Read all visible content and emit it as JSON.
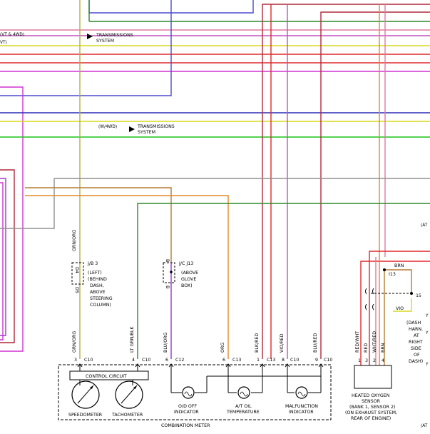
{
  "colors": {
    "black": "#000000",
    "red": "#e0282c",
    "darkred": "#b0283a",
    "blue": "#2a2ab8",
    "lightblue": "#4b4bd0",
    "green": "#18c418",
    "darkgreen": "#2a8a2a",
    "yellow": "#d8d820",
    "olive": "#b0b040",
    "magenta": "#d030d0",
    "pink": "#e07aa0",
    "violet": "#9a38c8",
    "orange": "#e08828",
    "brown": "#b87a30",
    "gray": "#909090",
    "lavender": "#c050c0"
  },
  "texts": {
    "trans1_note": "(VT & 4WD)",
    "trans1_note2": "VT)",
    "trans1_a": "TRANSMISSIONS",
    "trans1_b": "SYSTEM",
    "trans2_note": "(W/4WD)",
    "trans2_a": "TRANSMISSIONS",
    "trans2_b": "SYSTEM",
    "jb_title": "J/B 3",
    "jb_line1": "(LEFT)",
    "jb_line2": "(BEHIND",
    "jb_line3": "DASH,",
    "jb_line4": "ABOVE",
    "jb_line5": "STEERING",
    "jb_line6": "COLUMN)",
    "jb_pin_top": "D4",
    "jb_pin_bot": "D5",
    "jc_title": "J/C J13",
    "jc_line1": "(ABOVE",
    "jc_line2": "GLOVE",
    "jc_line3": "BOX)",
    "jc_pin_top": "B",
    "jc_pin_bot": "B",
    "wire_grn_org_top": "GRN/ORG",
    "wire_grn_org": "GRN/ORG",
    "wire_lt_grn_blk": "LT GRN/BLK",
    "wire_blu_org": "BLU/ORG",
    "wire_org": "ORG",
    "wire_blk_red1": "BLK/RED",
    "wire_vio_red": "VIO/RED",
    "wire_blu_red": "BLU/RED",
    "pin_3": "3",
    "pin_4": "4",
    "pin_6a": "6",
    "pin_6b": "6",
    "pin_1": "1",
    "pin_8": "8",
    "pin_9": "9",
    "conn_c10a": "C10",
    "conn_c10b": "C10",
    "conn_c12": "C12",
    "conn_c13a": "C13",
    "conn_c13b": "C13",
    "conn_c10c": "C10",
    "conn_c10d": "C10",
    "control_circuit": "CONTROL CIRCUIT",
    "speedometer": "SPEEDOMETER",
    "tachometer": "TACHOMETER",
    "od_off_a": "O/D OFF",
    "od_off_b": "INDICATOR",
    "at_oil_a": "A/T OIL",
    "at_oil_b": "TEMPERATURE",
    "malf_a": "MALFUNCTION",
    "malf_b": "INDICATOR",
    "combination_meter": "COMBINATION METER",
    "wire_red_wht": "RED/WHT",
    "wire_red": "RED",
    "wire_wht_red": "WHT/RED",
    "wire_brn": "BRN",
    "o2_pin1": "1",
    "o2_pin3": "3",
    "o2_pin2": "2",
    "o2_pin4": "4",
    "brn_label": "BRN",
    "i13": "I13",
    "vio_label": "VIO",
    "pin_15": "15",
    "dash_a": "(DASH",
    "dash_b": "HARN.",
    "dash_c": "AT",
    "dash_d": "RIGHT",
    "dash_e": "SIDE",
    "dash_f": "OF",
    "dash_g": "DASH)",
    "o2_a": "HEATED OXYGEN",
    "o2_b": "SENSOR",
    "o2_c": "(BANK 1, SENSOR 2)",
    "o2_d": "(ON EXHAUST SYSTEM,",
    "o2_e": "REAR OF ENGINE)",
    "at_edge": "(AT",
    "y_edge1": "Y",
    "y_edge2": "Y",
    "y_edge3": "Y",
    "at_edge2": "(AT"
  }
}
